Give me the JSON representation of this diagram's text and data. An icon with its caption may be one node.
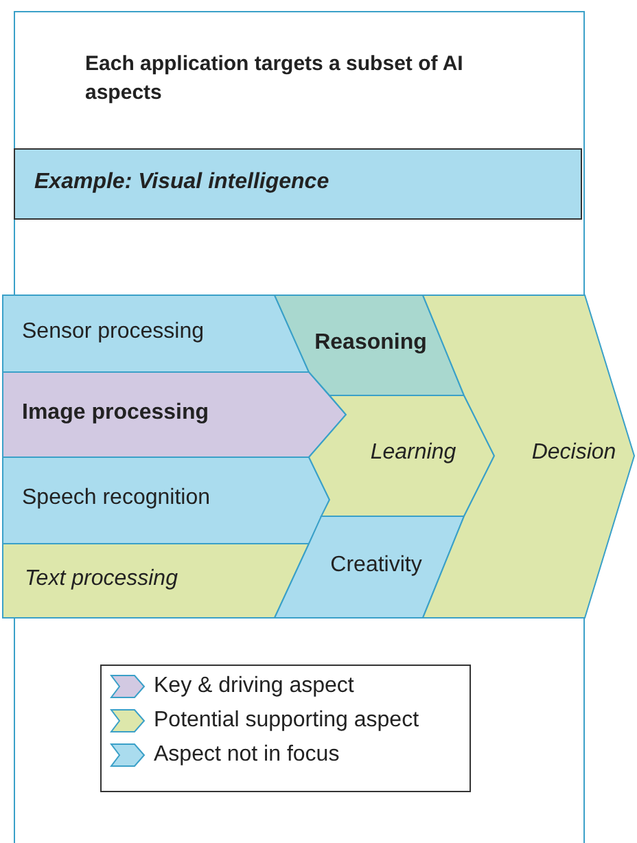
{
  "diagram": {
    "title": "Each application targets a subset of AI aspects",
    "nodes": [
      {
        "text": [
          "Example: Visual intelligence"
        ]
      },
      {
        "text": [
          "Sensor processing"
        ]
      },
      {
        "text": [
          "Image processing"
        ]
      },
      {
        "text": [
          "Speech recognition"
        ]
      },
      {
        "text": [
          "Text processing"
        ]
      },
      {
        "text": [
          "Reasoning"
        ]
      },
      {
        "text": [
          "Learning"
        ]
      },
      {
        "text": [
          "Creativity"
        ]
      },
      {
        "text": [
          "Decision"
        ]
      }
    ],
    "legend": [
      {
        "text": "Key & driving aspect",
        "color": "#d2c9e2"
      },
      {
        "text": "Potential supporting aspect",
        "color": "#dde7ab"
      },
      {
        "text": "Aspect not in focus",
        "color": "#aadcee"
      }
    ]
  }
}
